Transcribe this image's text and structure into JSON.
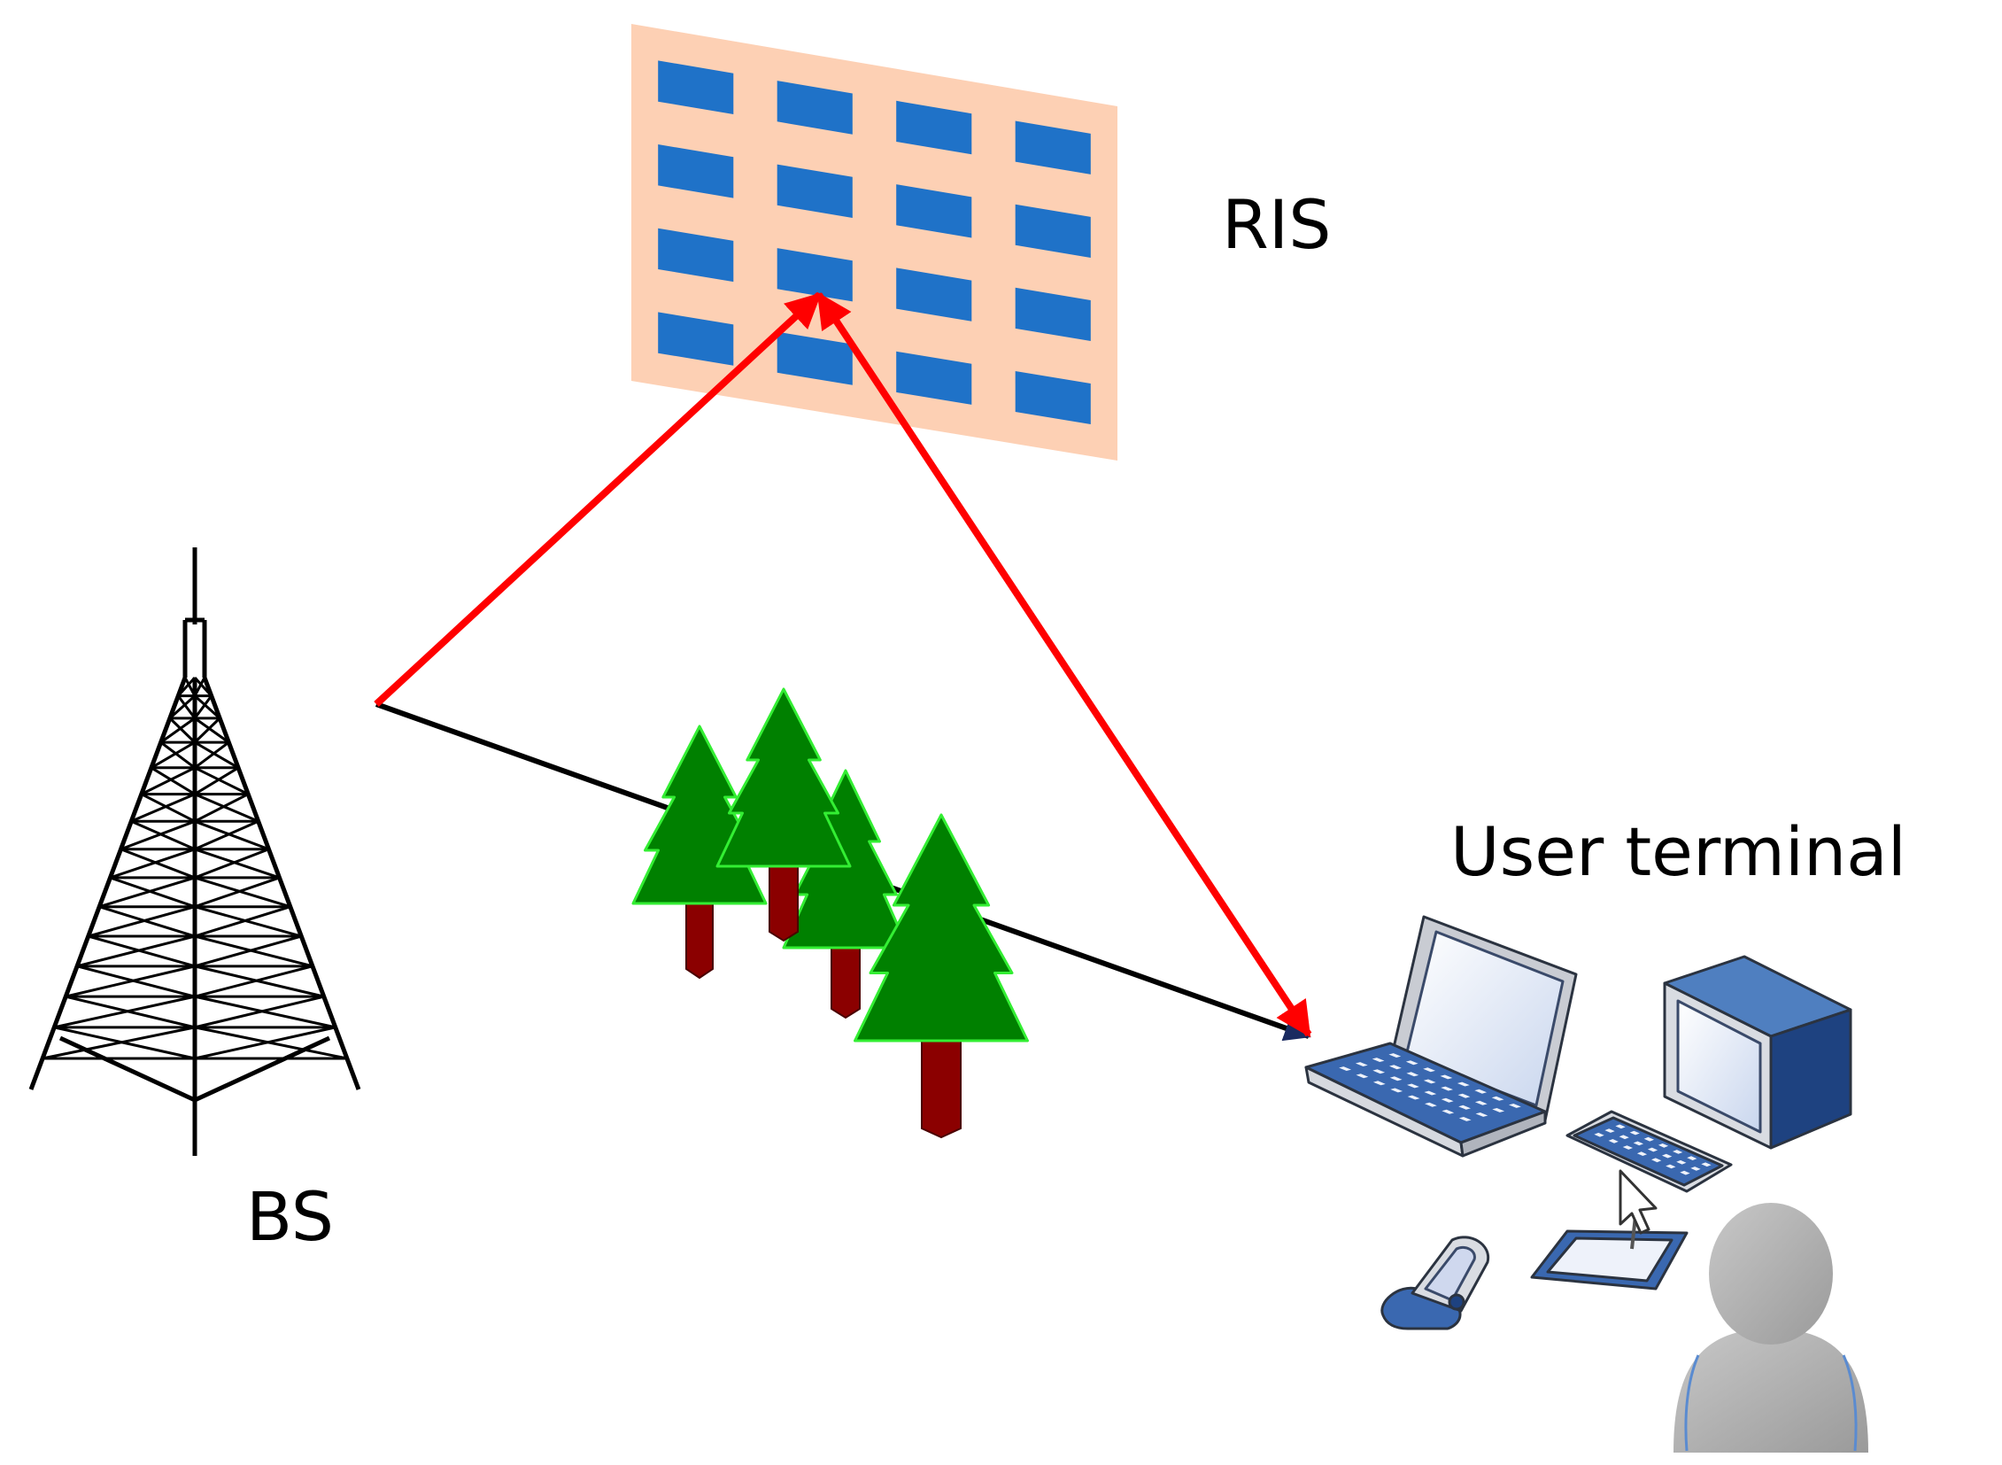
{
  "labels": {
    "ris": "RIS",
    "bs": "BS",
    "user_terminal": "User terminal"
  },
  "colors": {
    "ris_panel": "#fdd0b4",
    "ris_element": "#1f72c8",
    "reflected_link": "#ff0000",
    "direct_link": "#000000",
    "tree_foliage": "#008000",
    "tree_outline": "#33ee33",
    "tree_trunk": "#8b0000",
    "device_blue": "#2c5a9a",
    "device_silver": "#d9dce2",
    "user_gray": "#a9a9a9"
  },
  "icons": {
    "base_station": "lattice-tower-icon",
    "ris": "reflecting-surface-icon",
    "obstacle": "tree-icon",
    "laptop": "laptop-icon",
    "desktop": "desktop-monitor-icon",
    "keyboard": "keyboard-icon",
    "tablet": "drawing-tablet-icon",
    "mouse_pointer": "cursor-icon",
    "phone": "mobile-phone-icon",
    "user": "user-icon"
  },
  "ris_grid": {
    "rows": 4,
    "cols": 4
  }
}
